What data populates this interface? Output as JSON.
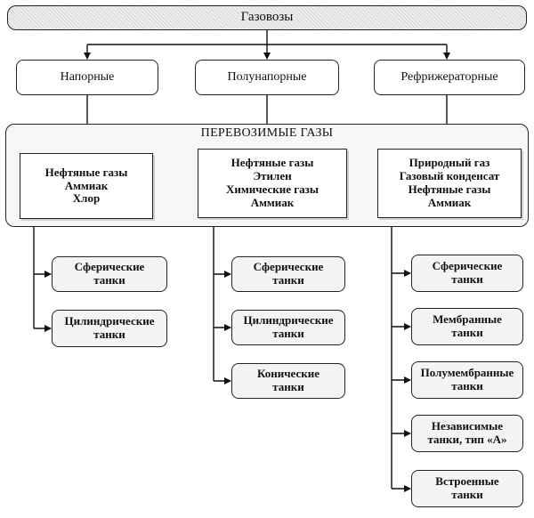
{
  "diagram": {
    "root": "Газовозы",
    "categories": [
      {
        "id": "napornye",
        "label": "Напорные",
        "gases": "Нефтяные газы\nАммиак\nХлор",
        "tanks": [
          "Сферические\nтанки",
          "Цилиндрические\nтанки"
        ]
      },
      {
        "id": "polunapornye",
        "label": "Полунапорные",
        "gases": "Нефтяные газы\nЭтилен\nХимические газы\nАммиак",
        "tanks": [
          "Сферические\nтанки",
          "Цилиндрические\nтанки",
          "Конические\nтанки"
        ]
      },
      {
        "id": "refrizheratornye",
        "label": "Рефрижераторные",
        "gases": "Природный газ\nГазовый конденсат\nНефтяные газы\nАммиак",
        "tanks": [
          "Сферические\nтанки",
          "Мембранные\nтанки",
          "Полумембранные\nтанки",
          "Независимые\nтанки, тип «А»",
          "Встроенные\nтанки"
        ]
      }
    ],
    "transported_gases_title": "ПЕРЕВОЗИМЫЕ ГАЗЫ"
  }
}
